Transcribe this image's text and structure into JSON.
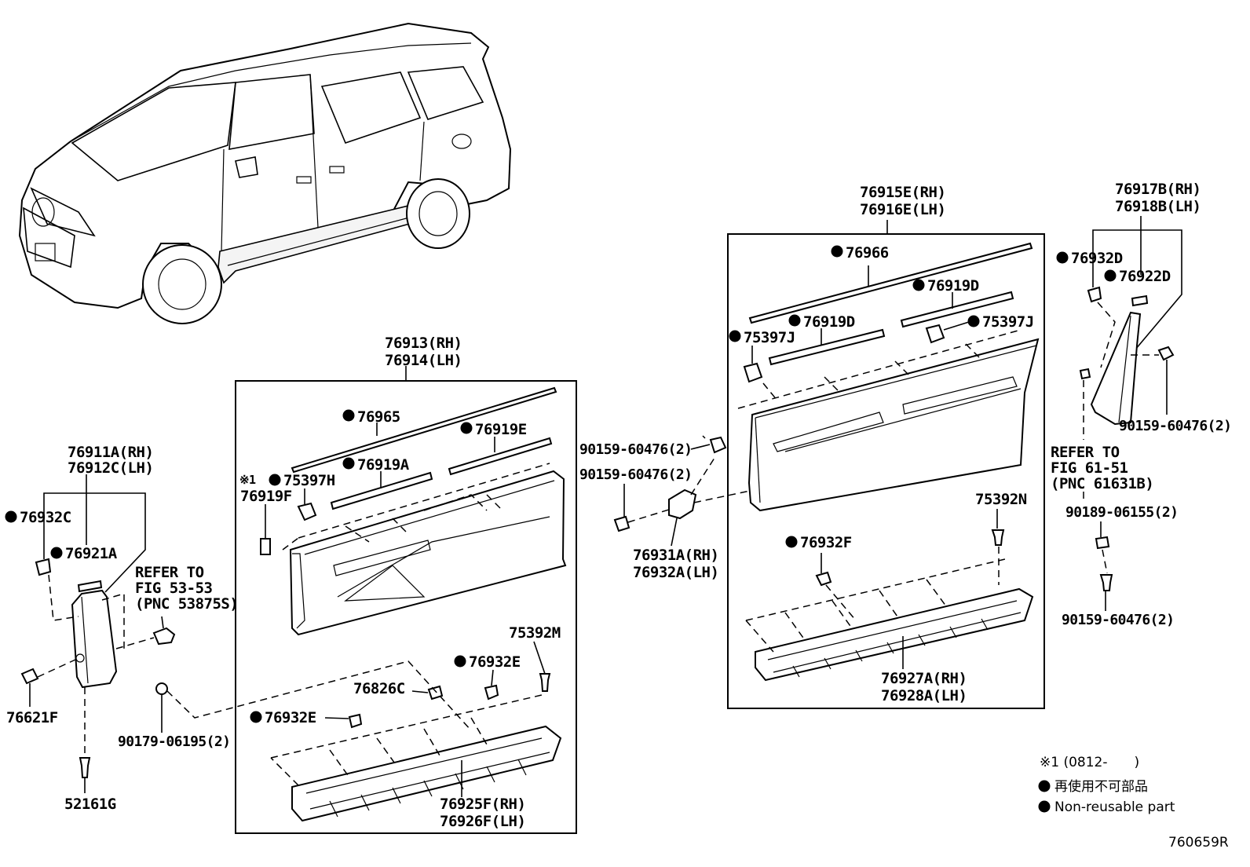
{
  "labels": {
    "p76913": "76913(RH)",
    "p76914": "76914(LH)",
    "p76965": "76965",
    "p76919E": "76919E",
    "p76919A": "76919A",
    "p75397H": "75397H",
    "p76919F": "76919F",
    "note1": "※1",
    "p75392M": "75392M",
    "p76932E_a": "76932E",
    "p76826C": "76826C",
    "p76932E_b": "76932E",
    "p76925F": "76925F(RH)",
    "p76926F": "76926F(LH)",
    "p90179": "90179-06195(2)",
    "p76911A": "76911A(RH)",
    "p76912C": "76912C(LH)",
    "p76932C": "76932C",
    "p76921A": "76921A",
    "refer53_1": "REFER TO",
    "refer53_2": "FIG 53-53",
    "refer53_3": "(PNC 53875S)",
    "p76621F": "76621F",
    "p52161G": "52161G",
    "p90159_a": "90159-60476(2)",
    "p90159_b": "90159-60476(2)",
    "p76931A": "76931A(RH)",
    "p76932A": "76932A(LH)",
    "p76915E": "76915E(RH)",
    "p76916E": "76916E(LH)",
    "p76966": "76966",
    "p76919D_a": "76919D",
    "p76919D_b": "76919D",
    "p75397J_a": "75397J",
    "p75397J_b": "75397J",
    "p75392N": "75392N",
    "p76932F": "76932F",
    "p76927A": "76927A(RH)",
    "p76928A": "76928A(LH)",
    "p76917B": "76917B(RH)",
    "p76918B": "76918B(LH)",
    "p76932D": "76932D",
    "p76922D": "76922D",
    "p90159_c": "90159-60476(2)",
    "refer61_1": "REFER TO",
    "refer61_2": "FIG 61-51",
    "refer61_3": "(PNC 61631B)",
    "p90189": "90189-06155(2)",
    "p90159_d": "90159-60476(2)"
  },
  "legend": {
    "note": "※1 (0812-　　)",
    "jp": "再使用不可部品",
    "en": "Non-reusable part"
  },
  "diagram_id": "760659R"
}
